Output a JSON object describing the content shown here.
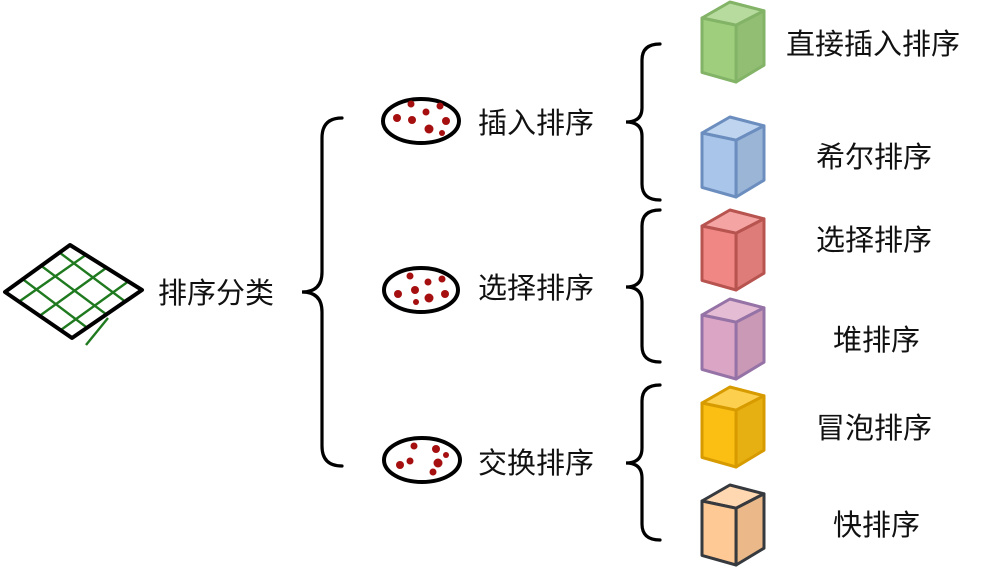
{
  "root": {
    "label": "排序分类",
    "icon": "green-grid-diamond-icon"
  },
  "categories": [
    {
      "label": "插入排序",
      "icon": "red-dotted-ellipse-icon",
      "algorithms": [
        {
          "label": "直接插入排序",
          "icon": "cube-icon",
          "fill": "#9fcf7d",
          "stroke": "#82b366"
        },
        {
          "label": "希尔排序",
          "icon": "cube-icon",
          "fill": "#a9c5ea",
          "stroke": "#6c8ebf"
        }
      ]
    },
    {
      "label": "选择排序",
      "icon": "red-dotted-ellipse-icon",
      "algorithms": [
        {
          "label": "选择排序",
          "icon": "cube-icon",
          "fill": "#f08784",
          "stroke": "#b85450"
        },
        {
          "label": "堆排序",
          "icon": "cube-icon",
          "fill": "#dba6c6",
          "stroke": "#9673a6"
        }
      ]
    },
    {
      "label": "交换排序",
      "icon": "red-dotted-ellipse-icon",
      "algorithms": [
        {
          "label": "冒泡排序",
          "icon": "cube-icon",
          "fill": "#fbbf14",
          "stroke": "#d79b00"
        },
        {
          "label": "快排序",
          "icon": "cube-icon",
          "fill": "#ffc995",
          "stroke": "#36393d"
        }
      ]
    }
  ],
  "colors": {
    "line": "#000000",
    "grid_green": "#1f7a1f",
    "dot_red": "#a50f0f"
  }
}
